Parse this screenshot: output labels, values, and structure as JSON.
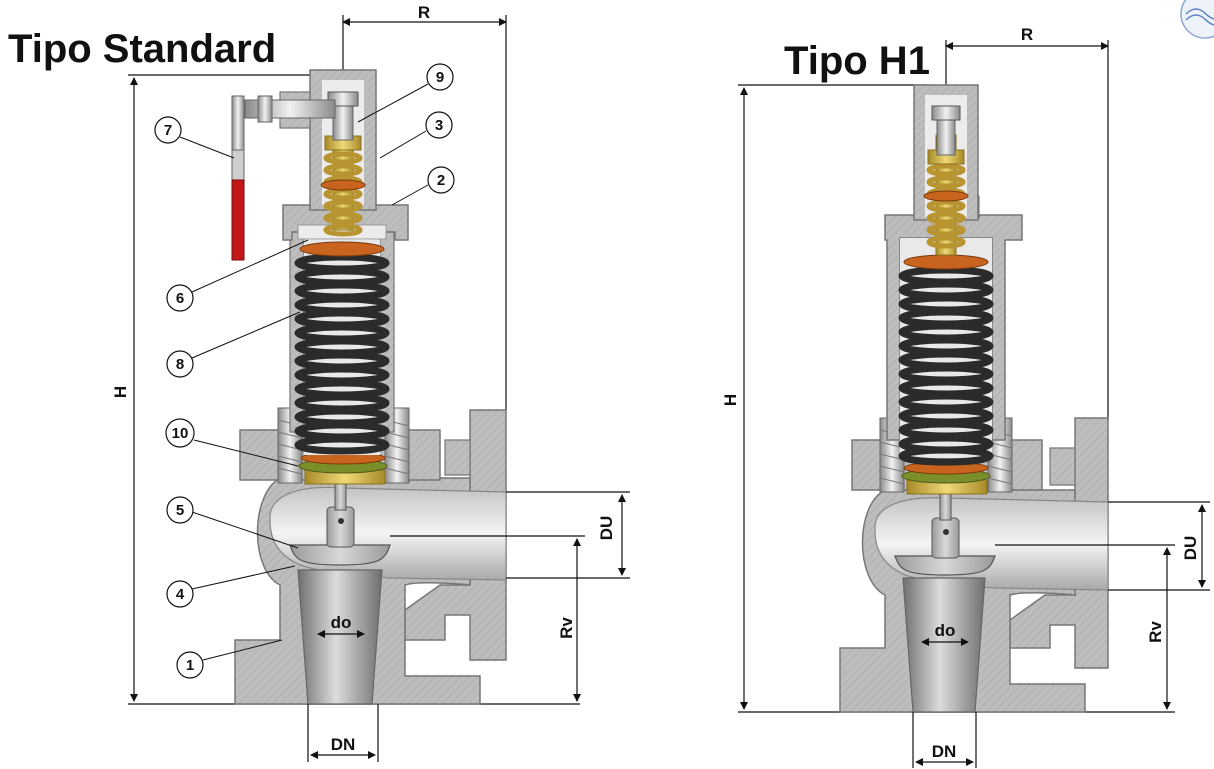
{
  "views": [
    {
      "title": "Tipo Standard",
      "dims": {
        "R": "R",
        "H": "H",
        "DU": "DU",
        "Rv": "Rv",
        "do": "do",
        "DN": "DN"
      },
      "callouts": [
        "9",
        "3",
        "7",
        "2",
        "6",
        "8",
        "10",
        "5",
        "4",
        "1"
      ]
    },
    {
      "title": "Tipo H1",
      "dims": {
        "R": "R",
        "H": "H",
        "DU": "DU",
        "Rv": "Rv",
        "do": "do",
        "DN": "DN"
      }
    }
  ],
  "colors": {
    "body_gray": "#b8b8b8",
    "body_dark": "#8e8e8e",
    "spring": "#2b2b2b",
    "brass": "#d6b84a",
    "orange": "#c8641e",
    "green": "#7a8f2a",
    "lever_red": "#c01818",
    "line": "#111111"
  },
  "icons": [
    "valve-section-drawing",
    "logo-partial"
  ]
}
